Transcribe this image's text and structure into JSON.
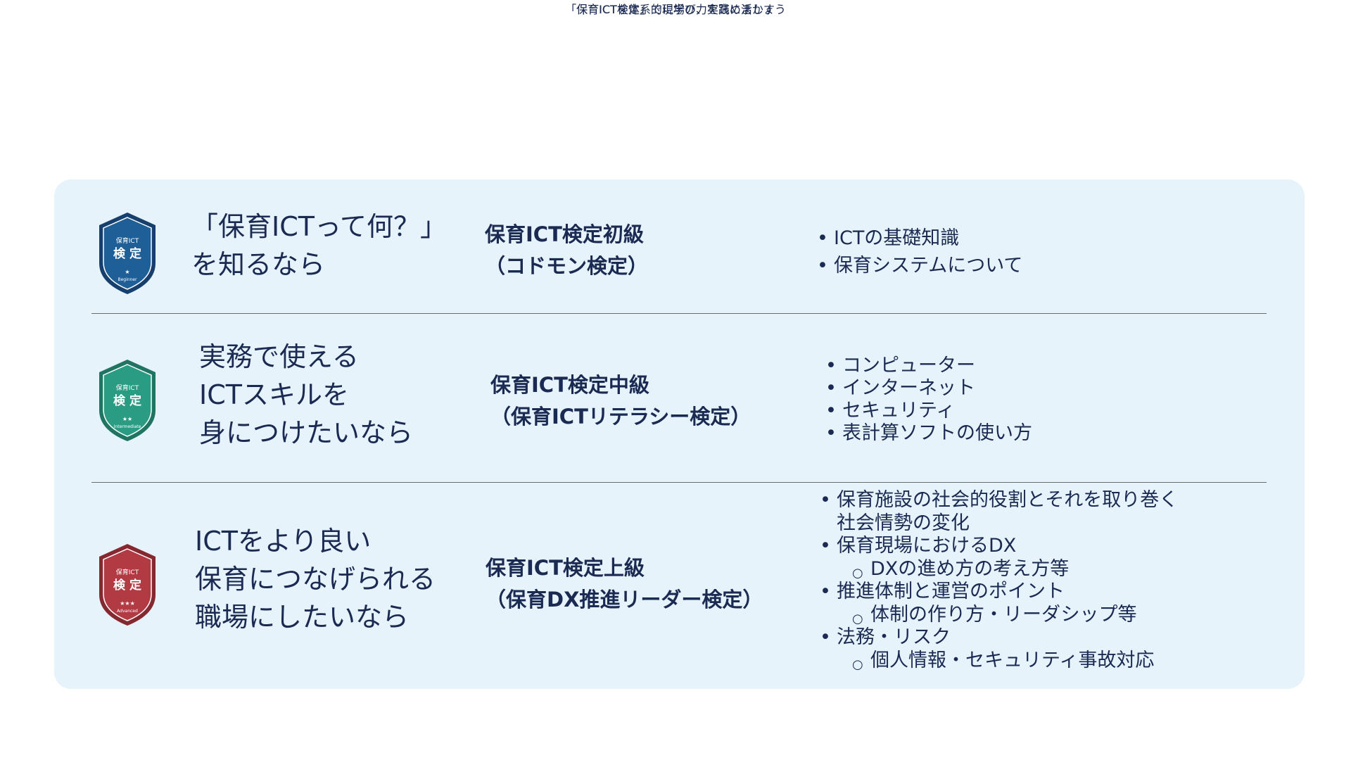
{
  "header": {
    "line1": "保育ICTを体系的に学び、実践に活かす",
    "line2": "「保育ICT検定」で現場の力を高めましょう"
  },
  "levels": [
    {
      "badge": {
        "top": "保育ICT",
        "main": "検 定",
        "stars": "★",
        "level_label": "Beginner",
        "color": "#1f5f98",
        "color_dark": "#163f6e"
      },
      "tagline": [
        "「保育ICTって何？」",
        "を知るなら"
      ],
      "course": [
        "保育ICT検定初級",
        "（コドモン検定）"
      ],
      "topics": [
        {
          "text": "ICTの基礎知識",
          "sub": false
        },
        {
          "text": "保育システムについて",
          "sub": false
        }
      ]
    },
    {
      "badge": {
        "top": "保育ICT",
        "main": "検 定",
        "stars": "★★",
        "level_label": "Intermediate",
        "color": "#2a9c83",
        "color_dark": "#1f7462"
      },
      "tagline": [
        "実務で使える",
        "ICTスキルを",
        "身につけたいなら"
      ],
      "course": [
        "保育ICT検定中級",
        "（保育ICTリテラシー検定）"
      ],
      "topics": [
        {
          "text": "コンピューター",
          "sub": false
        },
        {
          "text": "インターネット",
          "sub": false
        },
        {
          "text": "セキュリティ",
          "sub": false
        },
        {
          "text": "表計算ソフトの使い方",
          "sub": false
        }
      ]
    },
    {
      "badge": {
        "top": "保育ICT",
        "main": "検 定",
        "stars": "★★★",
        "level_label": "Advanced",
        "color": "#b23a43",
        "color_dark": "#862830"
      },
      "tagline": [
        "ICTをより良い",
        "保育につなげられる",
        "職場にしたいなら"
      ],
      "course": [
        "保育ICT検定上級",
        "（保育DX推進リーダー検定）"
      ],
      "topics": [
        {
          "text": "保育施設の社会的役割とそれを取り巻く",
          "cont": "社会情勢の変化",
          "sub": false
        },
        {
          "text": "保育現場におけるDX",
          "sub": false
        },
        {
          "text": "DXの進め方の考え方等",
          "sub": true
        },
        {
          "text": "推進体制と運営のポイント",
          "sub": false
        },
        {
          "text": "体制の作り方・リーダシップ等",
          "sub": true
        },
        {
          "text": "法務・リスク",
          "sub": false
        },
        {
          "text": "個人情報・セキュリティ事故対応",
          "sub": true
        }
      ]
    }
  ]
}
